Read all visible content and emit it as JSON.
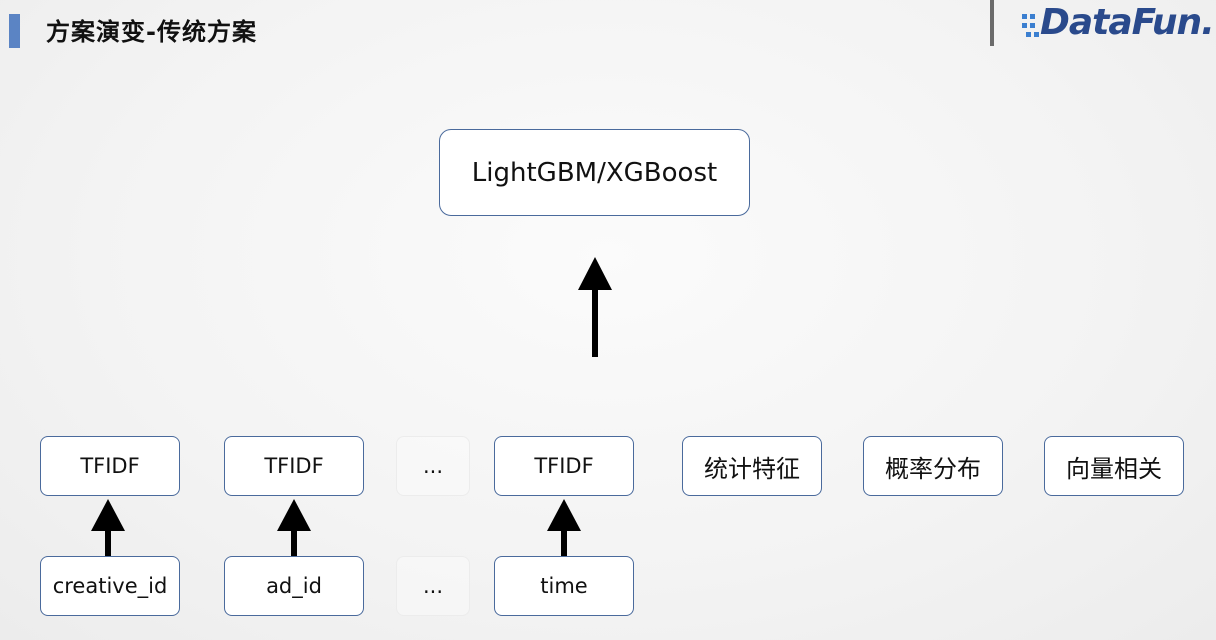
{
  "header": {
    "title": "方案演变-传统方案",
    "logo_text": "DataFun."
  },
  "diagram": {
    "model": "LightGBM/XGBoost",
    "features": [
      "TFIDF",
      "TFIDF",
      "...",
      "TFIDF",
      "统计特征",
      "概率分布",
      "向量相关"
    ],
    "raw_fields": [
      "creative_id",
      "ad_id",
      "...",
      "time"
    ]
  },
  "colors": {
    "accent_bar": "#5b84c4",
    "box_border": "#4a6a9c",
    "logo": "#2a4a8c"
  }
}
